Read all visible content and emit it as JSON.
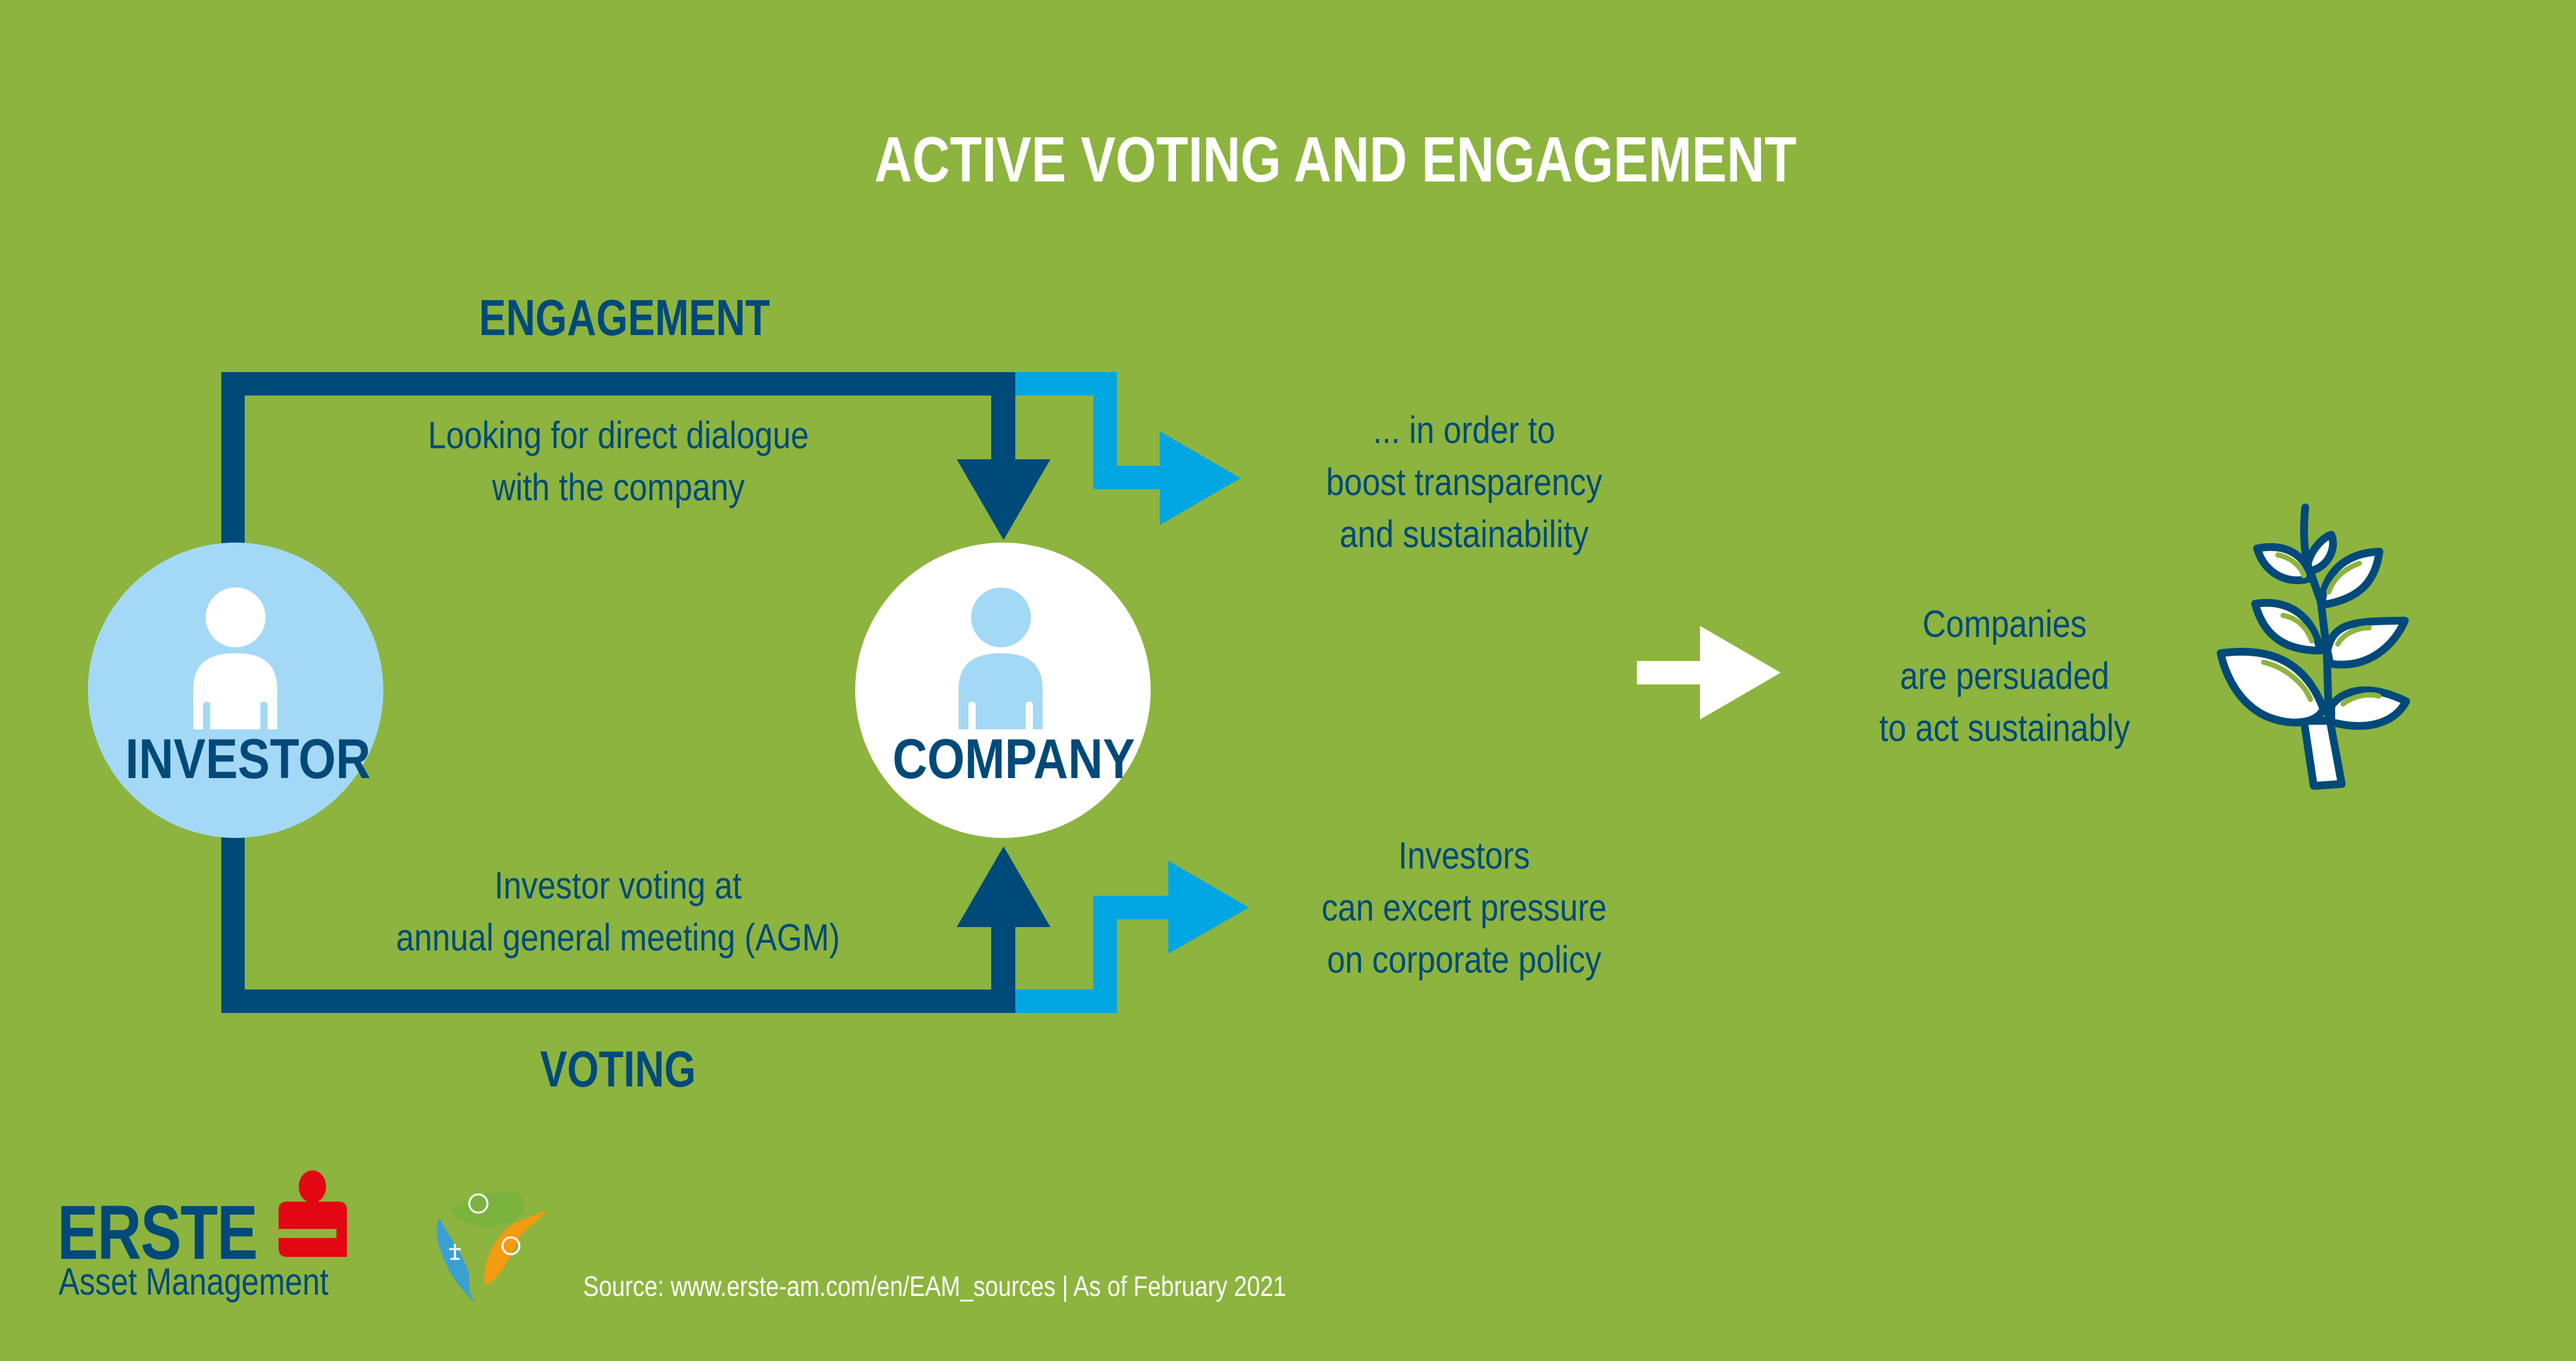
{
  "title": "ACTIVE VOTING AND ENGAGEMENT",
  "colors": {
    "background": "#8cb43e",
    "navy": "#004a7a",
    "cyan": "#00a6e2",
    "light_blue": "#a3d9f6",
    "white": "#ffffff",
    "erste_red": "#e30613"
  },
  "engagement": {
    "heading": "ENGAGEMENT",
    "description_lines": [
      "Looking for direct dialogue",
      "with the company"
    ],
    "outcome_lines": [
      "... in order to",
      "boost transparency",
      "and sustainability"
    ]
  },
  "voting": {
    "heading": "VOTING",
    "description_lines": [
      "Investor voting at",
      "annual general meeting (AGM)"
    ],
    "outcome_lines": [
      "Investors",
      "can excert pressure",
      "on corporate policy"
    ]
  },
  "nodes": {
    "investor": {
      "label": "INVESTOR",
      "icon": "person-icon"
    },
    "company": {
      "label": "COMPANY",
      "icon": "person-icon"
    }
  },
  "result": {
    "lines": [
      "Companies",
      "are persuaded",
      "to act sustainably"
    ],
    "icon": "plant-icon"
  },
  "footer": {
    "logo_brand": "ERSTE",
    "logo_subtitle": "Asset Management",
    "source": "Source: www.erste-am.com/en/EAM_sources | As of February 2021"
  }
}
